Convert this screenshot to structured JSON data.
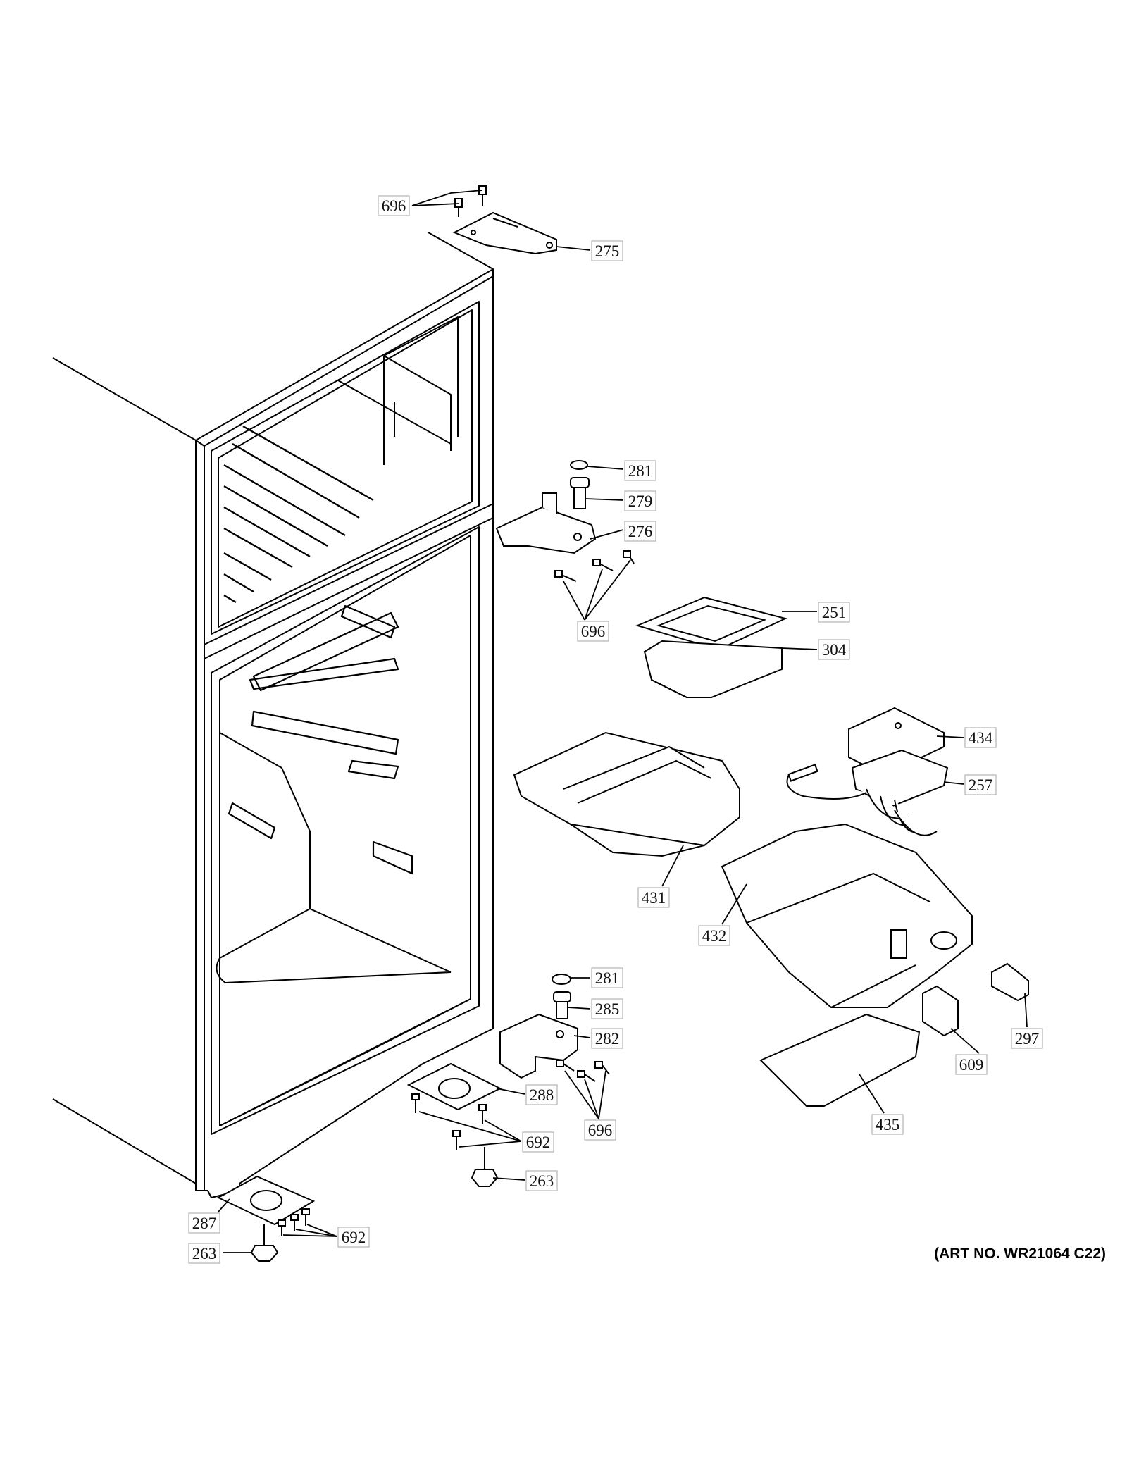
{
  "art_number": "(ART NO. WR21064 C22)",
  "callouts": {
    "c696_top": "696",
    "c275": "275",
    "c281_top": "281",
    "c279": "279",
    "c276": "276",
    "c696_mid": "696",
    "c251": "251",
    "c304": "304",
    "c434": "434",
    "c257": "257",
    "c431": "431",
    "c432": "432",
    "c281_low": "281",
    "c285": "285",
    "c282": "282",
    "c288": "288",
    "c692_mid": "692",
    "c696_low": "696",
    "c263_mid": "263",
    "c287": "287",
    "c692_low": "692",
    "c263_low": "263",
    "c297": "297",
    "c609": "609",
    "c435": "435"
  }
}
